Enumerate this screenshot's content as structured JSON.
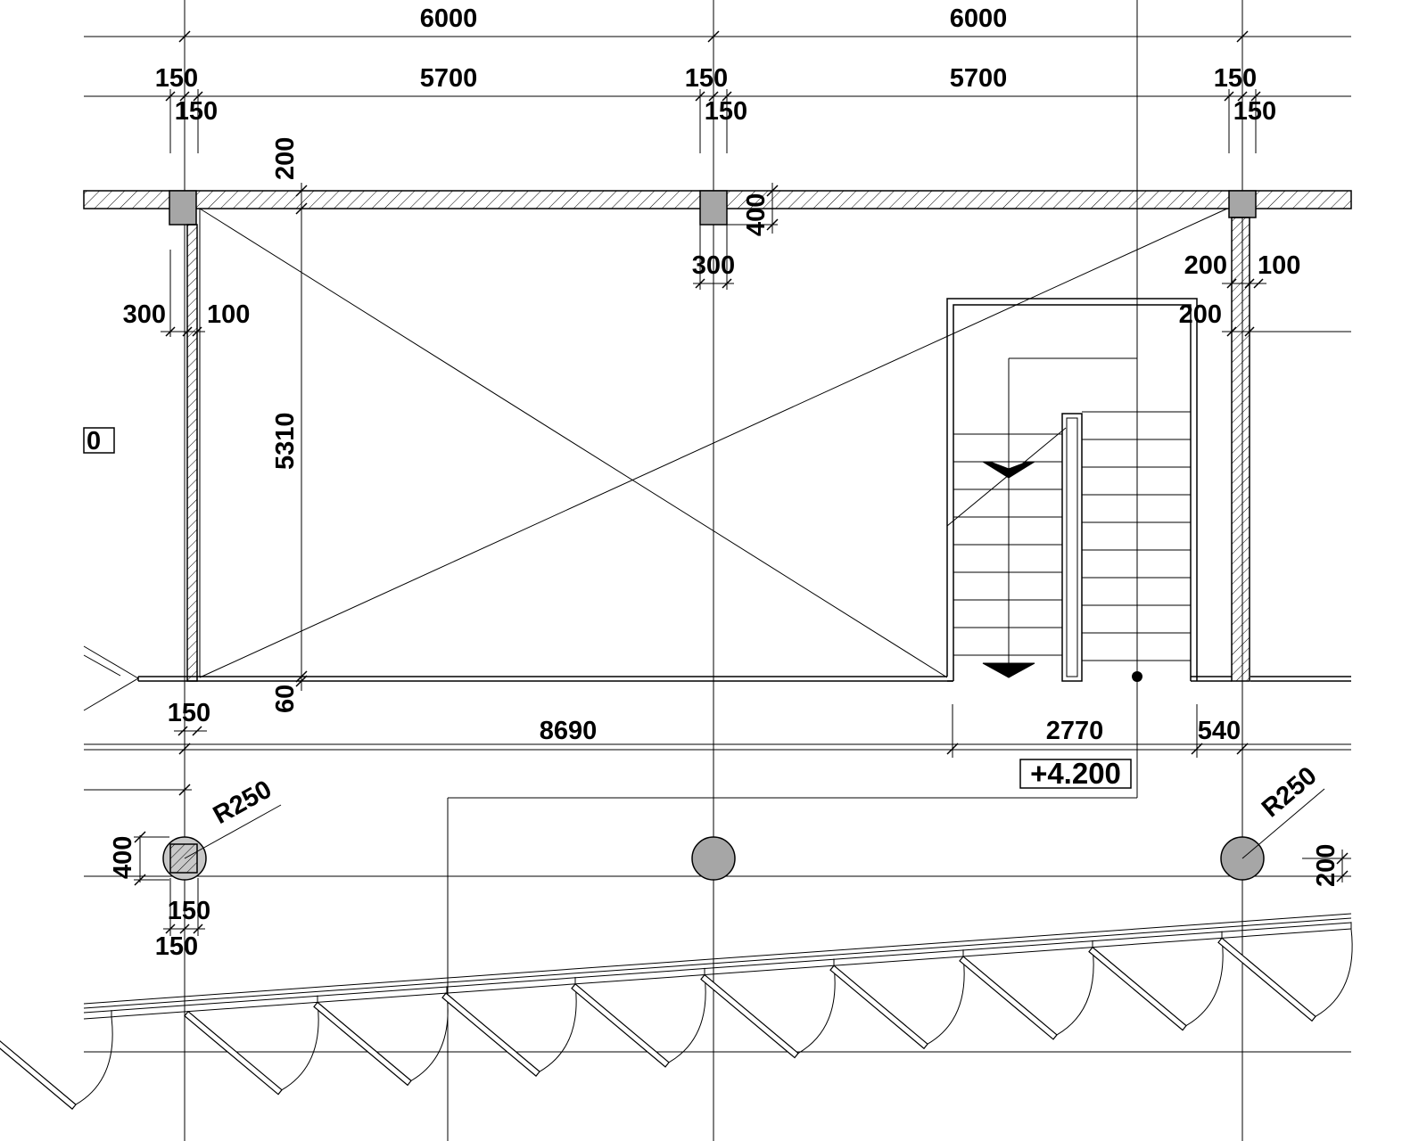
{
  "drawing": {
    "top_dims": {
      "bay_1": "6000",
      "bay_2": "6000",
      "clear_1": "5700",
      "clear_2": "5700",
      "col_a_left": "150",
      "col_a_right": "150",
      "col_b_left": "150",
      "col_b_right": "150",
      "col_c_left": "150",
      "col_c_right": "150"
    },
    "room_dims": {
      "wall_top": "200",
      "height": "5310",
      "floor_bottom": "60",
      "beam_depth": "400",
      "col_width": "300",
      "left_wall_offset": "300",
      "left_wall_thk": "100",
      "right_wall_offset": "200",
      "right_wall_thk": "100",
      "right_wall_gap": "200",
      "partial_tag": "0"
    },
    "bottom_dims": {
      "left_offset": "150",
      "main_span": "8690",
      "stair_span": "2770",
      "right_span": "540"
    },
    "level": "+4.200",
    "columns": {
      "radius_left": "R250",
      "radius_right": "R250",
      "left_depth": "400",
      "right_offset": "200",
      "left_offset_a": "150",
      "left_offset_b": "150"
    }
  },
  "colors": {
    "line": "#000000",
    "column_fill": "#a6a6a6",
    "background": "#ffffff"
  }
}
